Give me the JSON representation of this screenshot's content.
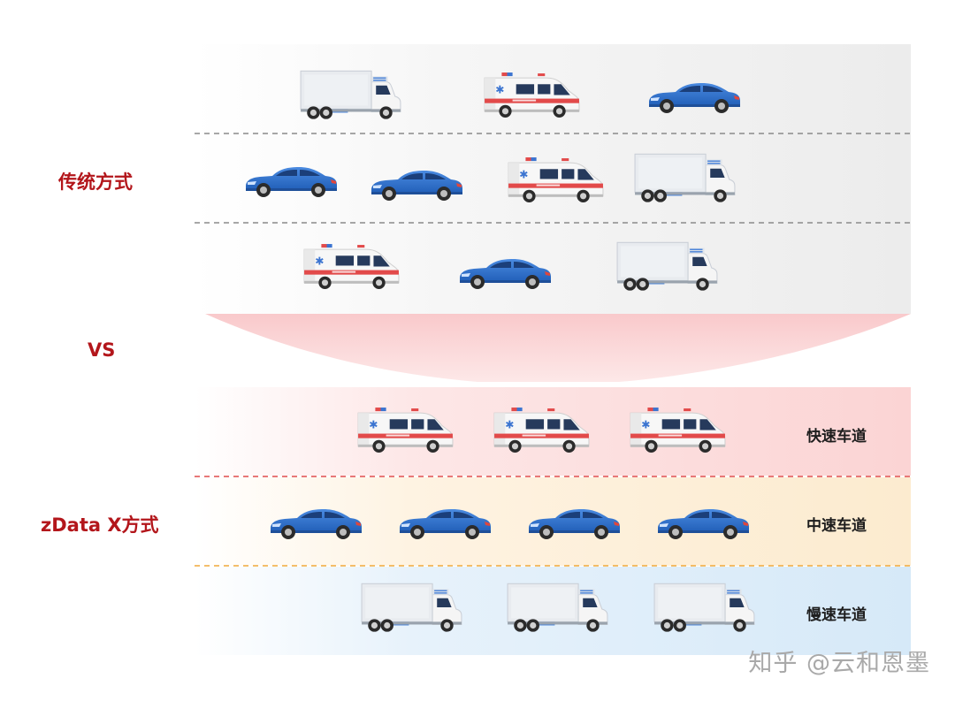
{
  "traditional": {
    "label": "传统方式"
  },
  "vs_label": "VS",
  "zdata": {
    "label": "zData X方式",
    "lanes": [
      "快速车道",
      "中速车道",
      "慢速车道"
    ]
  },
  "watermark": "知乎 @云和恩墨",
  "colors": {
    "title_red": "#b3161b",
    "car_blue": "#2f6fcc",
    "ambulance_stripe": "#e24a4a",
    "fast_lane": "#fde0e0",
    "medium_lane": "#fdf0dc",
    "slow_lane": "#deeefa",
    "traditional_bg": "#f1f1f1"
  },
  "icons": [
    "truck-icon",
    "ambulance-icon",
    "car-icon"
  ]
}
